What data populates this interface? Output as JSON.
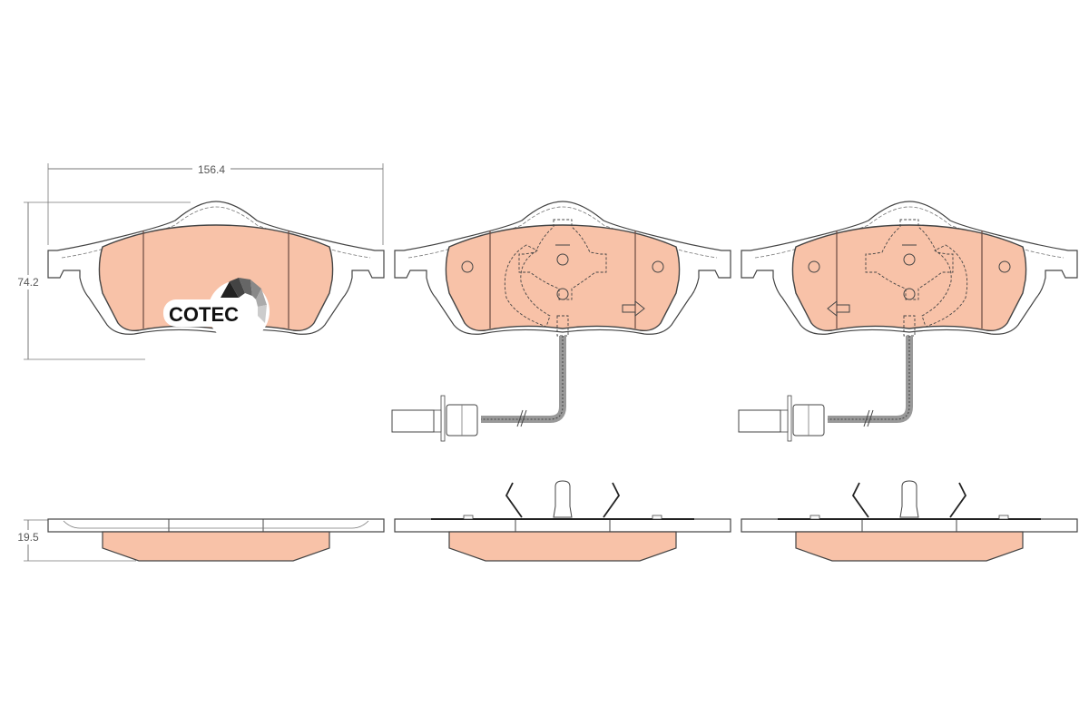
{
  "diagram": {
    "subject": "Brake pad set technical drawing",
    "colors": {
      "friction_material": "#f8c2a8",
      "outline": "#444444",
      "dimension_line": "#777777",
      "background": "#ffffff"
    },
    "dimensions": {
      "width": "156.4",
      "height": "74.2",
      "thickness": "19.5"
    },
    "logo": {
      "text": "COTEC"
    },
    "views": [
      {
        "name": "front-view-plain-pad",
        "has_wear_sensor": false
      },
      {
        "name": "front-view-sensor-pad-a",
        "has_wear_sensor": true,
        "direction_arrow": "right"
      },
      {
        "name": "front-view-sensor-pad-b",
        "has_wear_sensor": true,
        "direction_arrow": "left"
      },
      {
        "name": "side-view-plain-pad"
      },
      {
        "name": "side-view-clip-pad-a"
      },
      {
        "name": "side-view-clip-pad-b"
      }
    ]
  }
}
